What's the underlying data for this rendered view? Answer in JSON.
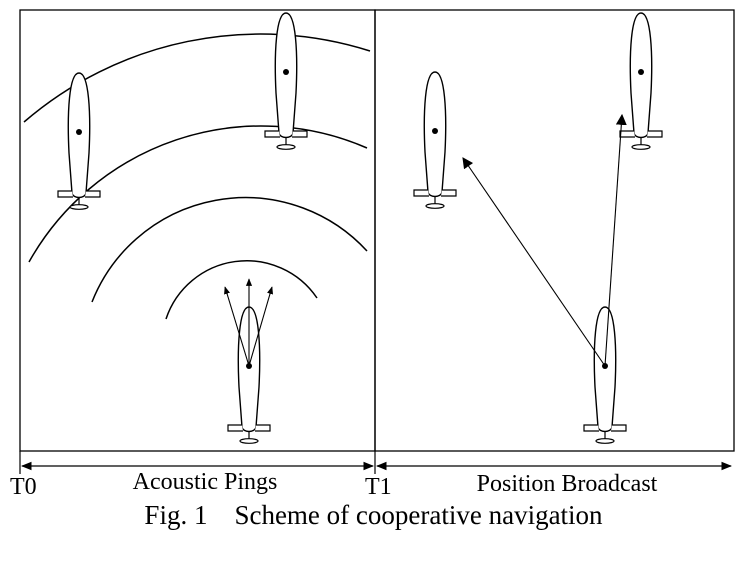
{
  "labels": {
    "t0": "T0",
    "t1": "T1",
    "left_phase": "Acoustic Pings",
    "right_phase": "Position Broadcast"
  },
  "caption": "Fig. 1    Scheme of cooperative navigation"
}
